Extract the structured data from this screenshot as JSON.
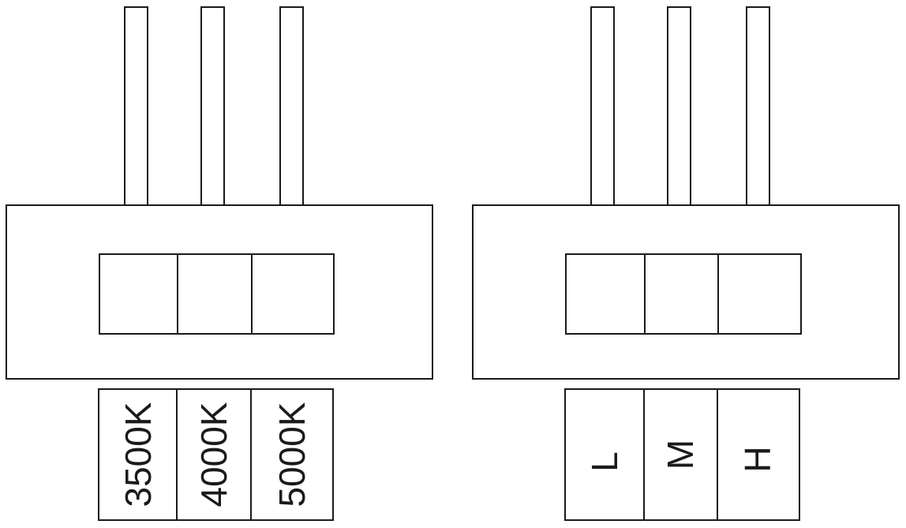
{
  "switches": [
    {
      "id": "cct",
      "labels": [
        "3500K",
        "4000K",
        "5000K"
      ]
    },
    {
      "id": "power",
      "labels": [
        "L",
        "M",
        "H"
      ]
    }
  ]
}
